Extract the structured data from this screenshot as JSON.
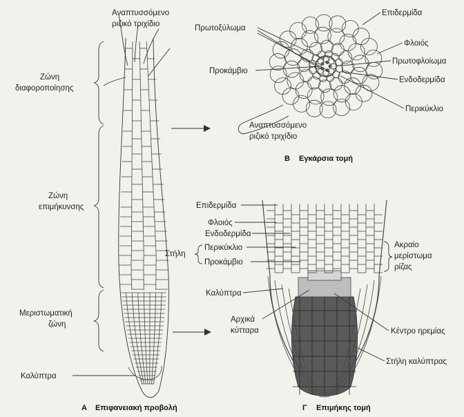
{
  "panel_a": {
    "caption_letter": "Α",
    "caption_text": "Επιφανειακή προβολή",
    "labels": {
      "root_hair_top_1": "Αναπτυσσόμενο",
      "root_hair_top_2": "ριζικό τριχίδιο",
      "zone_diff_1": "Ζώνη",
      "zone_diff_2": "διαφοροποίησης",
      "zone_elong_1": "Ζώνη",
      "zone_elong_2": "επιμήκυνσης",
      "zone_merist_1": "Μεριστωματική",
      "zone_merist_2": "ζώνη",
      "cap": "Καλύπτρα"
    }
  },
  "panel_b": {
    "caption_letter": "Β",
    "caption_text": "Εγκάρσια τομή",
    "labels": {
      "epidermis": "Επιδερμίδα",
      "cortex": "Φλοιός",
      "protophloem": "Πρωτοφλοίωμα",
      "endodermis": "Ενδοδερμίδα",
      "pericycle": "Περικύκλιο",
      "protoxylem": "Πρωτοξύλωμα",
      "procambium": "Προκάμβιο",
      "root_hair_1": "Αναπτυσσόμενο",
      "root_hair_2": "ριζικό τριχίδιο"
    }
  },
  "panel_c": {
    "caption_letter": "Γ",
    "caption_text": "Επιμήκης τομή",
    "labels": {
      "epidermis": "Επιδερμίδα",
      "cortex": "Φλοιός",
      "endodermis": "Ενδοδερμίδα",
      "stele": "Στήλη",
      "pericycle": "Περικύκλιο",
      "procambium": "Προκάμβιο",
      "apical_1": "Ακραίο",
      "apical_2": "μερίστωμα",
      "apical_3": "ρίζας",
      "cap": "Καλύπτρα",
      "initials_1": "Αρχικά",
      "initials_2": "κύτταρα",
      "quiescent": "Κέντρο ηρεμίας",
      "cap_stele": "Στήλη καλύπτρας"
    }
  },
  "colors": {
    "background": "#f2f1ec",
    "ink": "#222222",
    "cap_dark": "#5a5a5a",
    "initials_light": "#bdbdbd",
    "quiescent_mid": "#d6d6d6"
  }
}
